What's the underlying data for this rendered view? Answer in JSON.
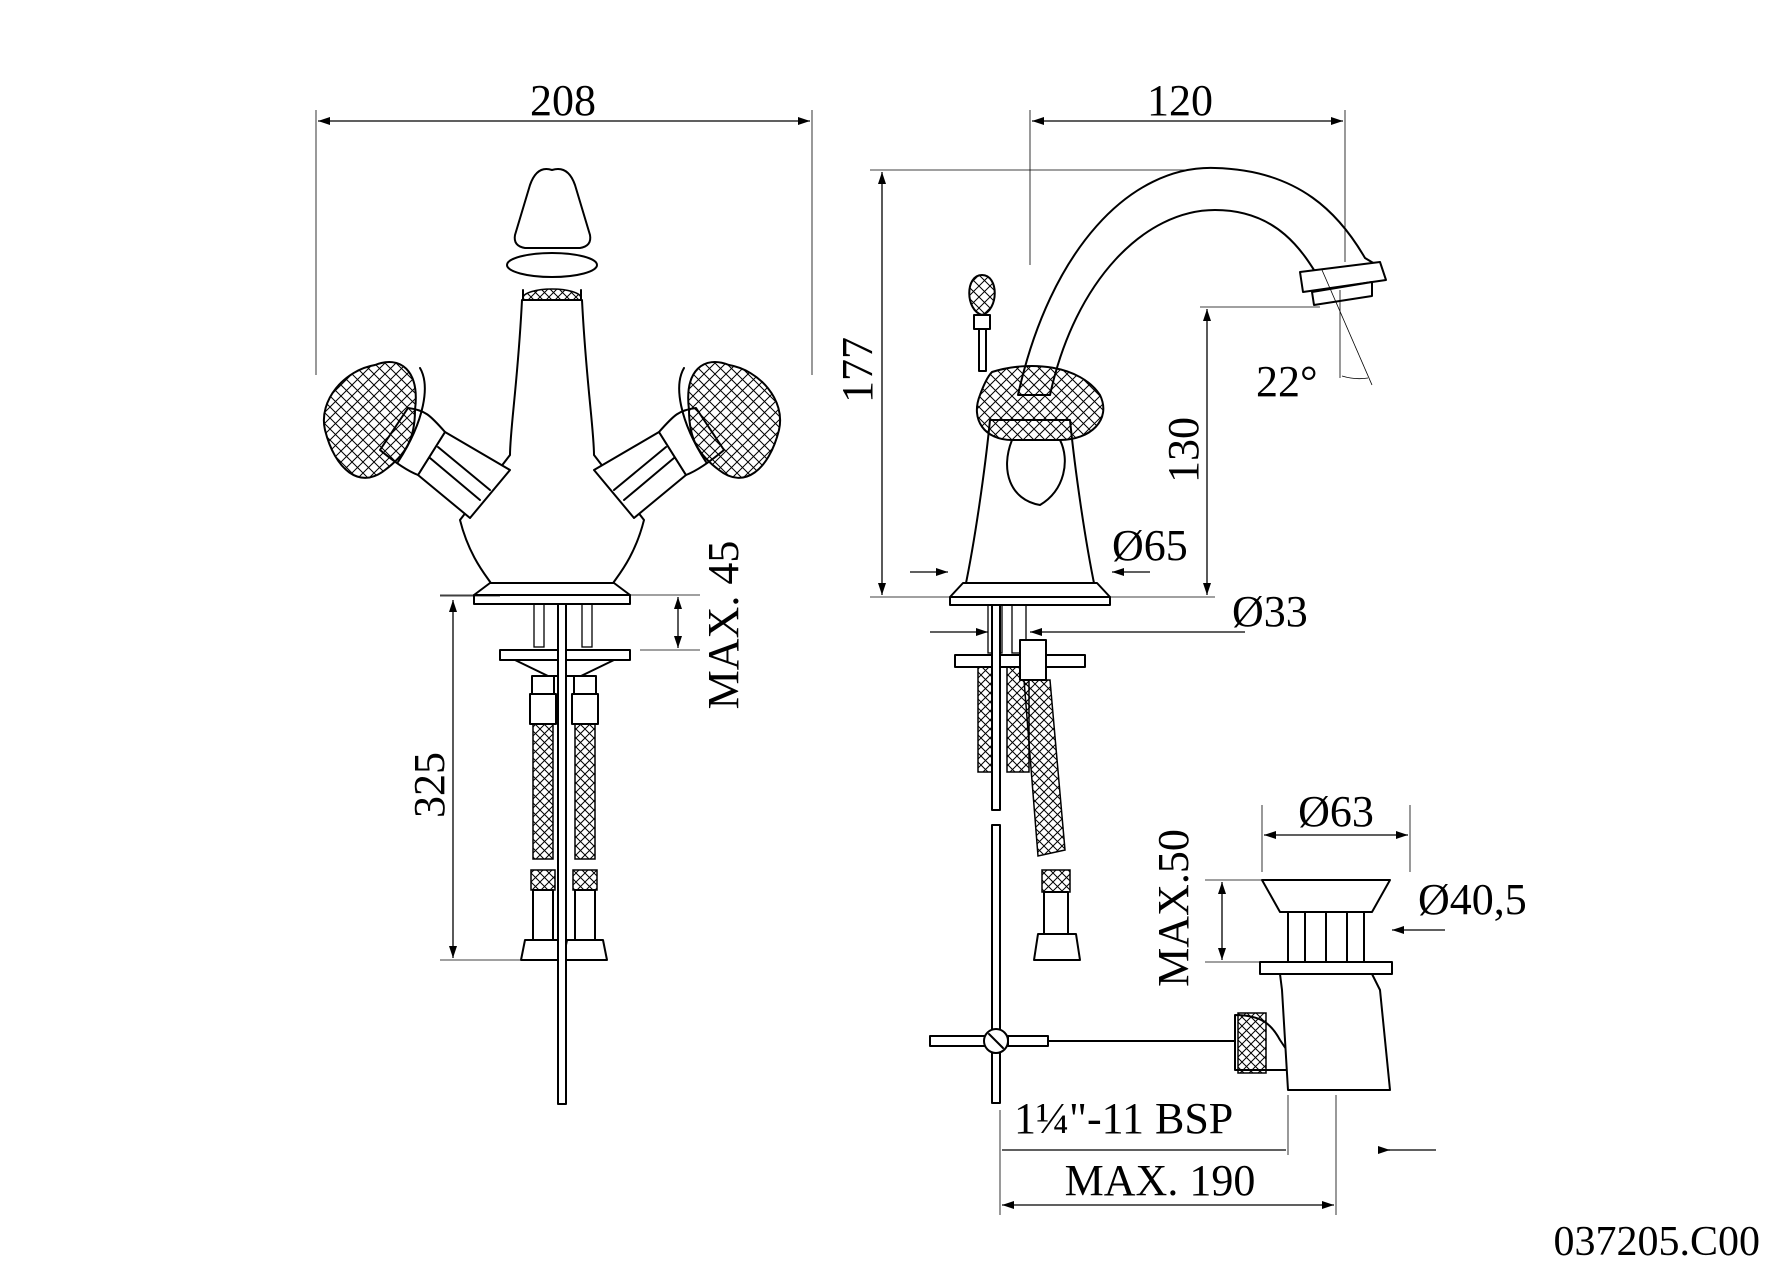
{
  "dimensions": {
    "overall_width": "208",
    "spout_reach": "120",
    "overall_height": "177",
    "spout_angle": "22°",
    "spout_height": "130",
    "base_diameter": "Ø65",
    "hole_diameter": "Ø33",
    "max_deck": "MAX. 45",
    "hose_length": "325",
    "waste_diameter": "Ø63",
    "waste_max": "MAX.50",
    "waste_inner": "Ø40,5",
    "thread": "1¼\"-11 BSP",
    "max_rod": "MAX. 190"
  },
  "drawing_code": "037205.C00"
}
